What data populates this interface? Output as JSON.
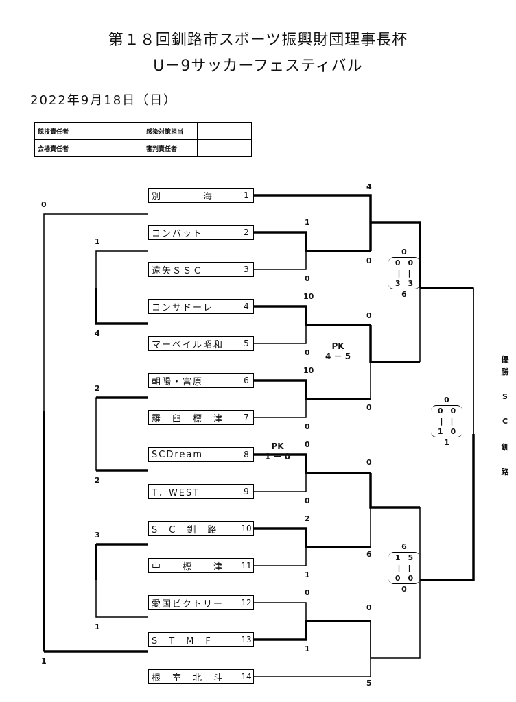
{
  "title_line1": "第１８回釧路市スポーツ振興財団理事長杯",
  "title_line2": "U－9サッカーフェスティバル",
  "date": "2022年9月18日（日）",
  "staff": {
    "row1_label1": "競技責任者",
    "row1_label2": "感染対策担当",
    "row2_label1": "会場責任者",
    "row2_label2": "審判責任者"
  },
  "teams": [
    {
      "name": "別　　　　海",
      "seed": "1"
    },
    {
      "name": "コンバット",
      "seed": "2"
    },
    {
      "name": "遠矢ＳＳＣ",
      "seed": "3"
    },
    {
      "name": "コンサドーレ",
      "seed": "4"
    },
    {
      "name": "マーベイル昭和",
      "seed": "5"
    },
    {
      "name": "朝陽・富原",
      "seed": "6"
    },
    {
      "name": "羅　臼　標　津",
      "seed": "7"
    },
    {
      "name": "SCDream",
      "seed": "8"
    },
    {
      "name": "T．WEST",
      "seed": "9"
    },
    {
      "name": "S　C　釧　路",
      "seed": "10"
    },
    {
      "name": "中　　標　　津",
      "seed": "11"
    },
    {
      "name": "愛国ビクトリー",
      "seed": "12"
    },
    {
      "name": "S　T　M　F",
      "seed": "13"
    },
    {
      "name": "根　室　北　斗",
      "seed": "14"
    }
  ],
  "scores": {
    "s01": "0",
    "s02": "1",
    "s03": "4",
    "s04": "2",
    "s05": "2",
    "s06": "3",
    "s07": "1",
    "s08": "1",
    "s09": "4",
    "s10": "1",
    "s11": "0",
    "s12": "10",
    "s13": "0",
    "s14": "10",
    "s15": "0",
    "s16": "0",
    "s17": "0",
    "s18": "2",
    "s19": "1",
    "s20": "0",
    "s21": "1",
    "s22": "0",
    "s23": "0",
    "s24": "0",
    "s25": "6",
    "s26": "0",
    "s27": "5"
  },
  "pk1": {
    "label": "PK",
    "score": "4 － 5"
  },
  "pk2": {
    "label": "PK",
    "score": "1 － 0"
  },
  "semi_top": {
    "top": "0",
    "l1": "0　0",
    "l2": "|　|",
    "l3": "3　3",
    "bottom": "6"
  },
  "final": {
    "top": "0",
    "l1": "0　0",
    "l2": "|　|",
    "l3": "1　0",
    "bottom": "1"
  },
  "semi_bottom": {
    "top": "6",
    "l1": "1　5",
    "l2": "|　|",
    "l3": "0　0",
    "bottom": "0"
  },
  "winner": [
    "優",
    "勝",
    "S",
    "C",
    "釧",
    "路"
  ]
}
